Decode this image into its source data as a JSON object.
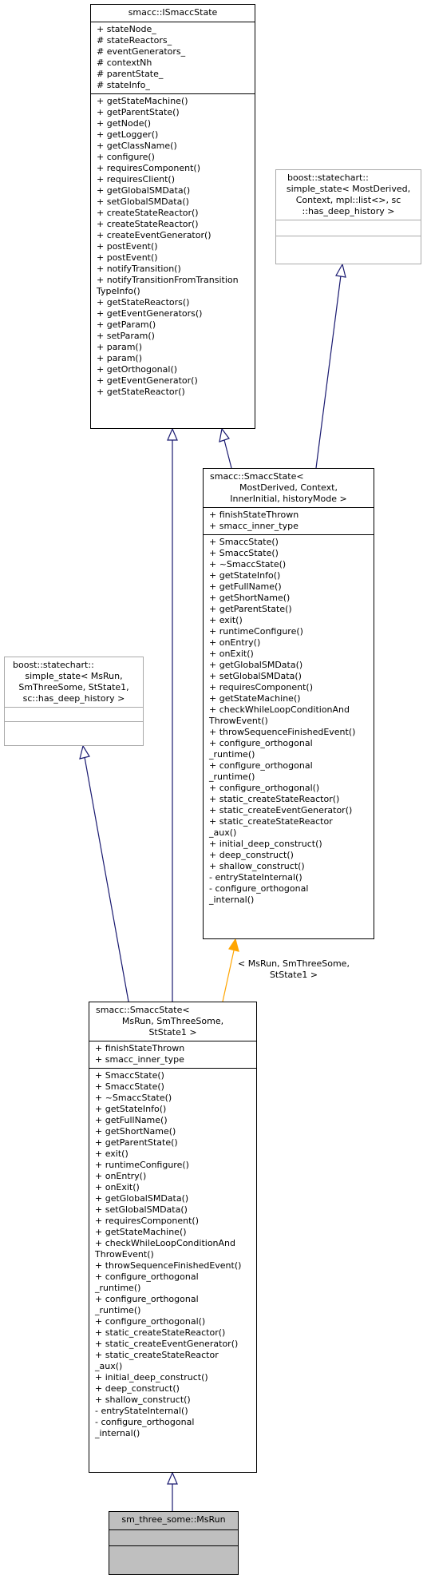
{
  "diagram": {
    "classes": {
      "ismacc_state": {
        "title": [
          "smacc::ISmaccState"
        ],
        "attributes": [
          "+ stateNode_",
          "# stateReactors_",
          "# eventGenerators_",
          "# contextNh",
          "# parentState_",
          "# stateInfo_"
        ],
        "methods": [
          "+ getStateMachine()",
          "+ getParentState()",
          "+ getNode()",
          "+ getLogger()",
          "+ getClassName()",
          "+ configure()",
          "+ requiresComponent()",
          "+ requiresClient()",
          "+ getGlobalSMData()",
          "+ setGlobalSMData()",
          "+ createStateReactor()",
          "+ createStateReactor()",
          "+ createEventGenerator()",
          "+ postEvent()",
          "+ postEvent()",
          "+ notifyTransition()",
          "+ notifyTransitionFromTransition",
          "TypeInfo()",
          "+ getStateReactors()",
          "+ getEventGenerators()",
          "+ getParam()",
          "+ setParam()",
          "+ param()",
          "+ param()",
          "+ getOrthogonal()",
          "+ getEventGenerator()",
          "+ getStateReactor()"
        ]
      },
      "boost_deep_history": {
        "title": [
          "boost::statechart::",
          "simple_state< MostDerived,",
          "Context, mpl::list<>, sc",
          "::has_deep_history >"
        ]
      },
      "smacc_state_template": {
        "title": [
          "smacc::SmaccState<",
          "MostDerived, Context,",
          "InnerInitial, historyMode >"
        ],
        "attributes": [
          "+ finishStateThrown",
          "+ smacc_inner_type"
        ],
        "methods": [
          "+ SmaccState()",
          "+ SmaccState()",
          "+ ~SmaccState()",
          "+ getStateInfo()",
          "+ getFullName()",
          "+ getShortName()",
          "+ getParentState()",
          "+ exit()",
          "+ runtimeConfigure()",
          "+ onEntry()",
          "+ onExit()",
          "+ getGlobalSMData()",
          "+ setGlobalSMData()",
          "+ requiresComponent()",
          "+ getStateMachine()",
          "+ checkWhileLoopConditionAnd",
          "ThrowEvent()",
          "+ throwSequenceFinishedEvent()",
          "+ configure_orthogonal",
          "_runtime()",
          "+ configure_orthogonal",
          "_runtime()",
          "+ configure_orthogonal()",
          "+ static_createStateReactor()",
          "+ static_createEventGenerator()",
          "+ static_createStateReactor",
          "_aux()",
          "+ initial_deep_construct()",
          "+ deep_construct()",
          "+ shallow_construct()",
          "- entryStateInternal()",
          "- configure_orthogonal",
          "_internal()"
        ]
      },
      "boost_msrun": {
        "title": [
          "boost::statechart::",
          "simple_state< MsRun,",
          "SmThreeSome, StState1,",
          "sc::has_deep_history >"
        ]
      },
      "smacc_state_msrun": {
        "title": [
          "smacc::SmaccState<",
          "MsRun, SmThreeSome,",
          "StState1 >"
        ],
        "attributes": [
          "+ finishStateThrown",
          "+ smacc_inner_type"
        ],
        "methods": [
          "+ SmaccState()",
          "+ SmaccState()",
          "+ ~SmaccState()",
          "+ getStateInfo()",
          "+ getFullName()",
          "+ getShortName()",
          "+ getParentState()",
          "+ exit()",
          "+ runtimeConfigure()",
          "+ onEntry()",
          "+ onExit()",
          "+ getGlobalSMData()",
          "+ setGlobalSMData()",
          "+ requiresComponent()",
          "+ getStateMachine()",
          "+ checkWhileLoopConditionAnd",
          "ThrowEvent()",
          "+ throwSequenceFinishedEvent()",
          "+ configure_orthogonal",
          "_runtime()",
          "+ configure_orthogonal",
          "_runtime()",
          "+ configure_orthogonal()",
          "+ static_createStateReactor()",
          "+ static_createEventGenerator()",
          "+ static_createStateReactor",
          "_aux()",
          "+ initial_deep_construct()",
          "+ deep_construct()",
          "+ shallow_construct()",
          "- entryStateInternal()",
          "- configure_orthogonal",
          "_internal()"
        ]
      },
      "ms_run": {
        "title": [
          "sm_three_some::MsRun"
        ]
      }
    },
    "template_binding_label": [
      "< MsRun, SmThreeSome,",
      "StState1 >"
    ],
    "colors": {
      "inheritance_edge": "#191970",
      "template_edge": "#ffa500",
      "box_border": "#000000",
      "external_box_border": "#aaaaaa",
      "current_fill": "#bfbfbf"
    }
  }
}
